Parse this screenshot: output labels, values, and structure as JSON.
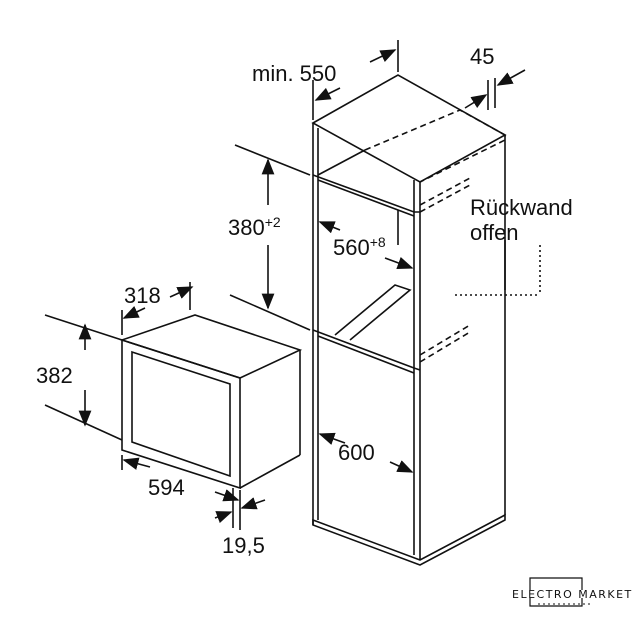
{
  "dimensions": {
    "cabinet_depth": "min. 550",
    "rear_gap": "45",
    "niche_height": "380",
    "niche_height_tol": "+2",
    "niche_width": "560",
    "niche_width_tol": "+8",
    "cabinet_inner_width": "600",
    "appliance_depth": "318",
    "appliance_height": "382",
    "appliance_width": "594",
    "front_offset": "19,5"
  },
  "note_line1": "Rückwand",
  "note_line2": "offen",
  "logo": {
    "text": "ELECTRO MARKET"
  }
}
